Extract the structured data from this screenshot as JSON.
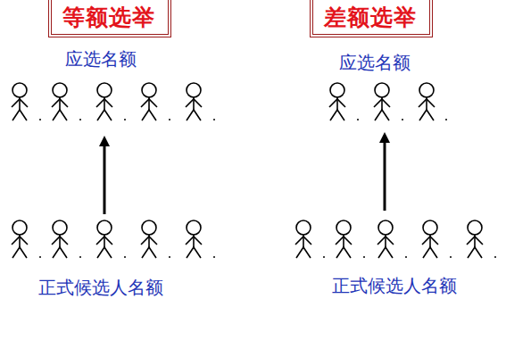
{
  "diagram": {
    "nodes": [
      {
        "text": [
          "等额选举"
        ]
      },
      {
        "text": [
          "差额选举"
        ]
      }
    ],
    "labels": [
      "应选名额",
      "应选名额",
      "正式候选人名额",
      "正式候选人名额"
    ]
  }
}
